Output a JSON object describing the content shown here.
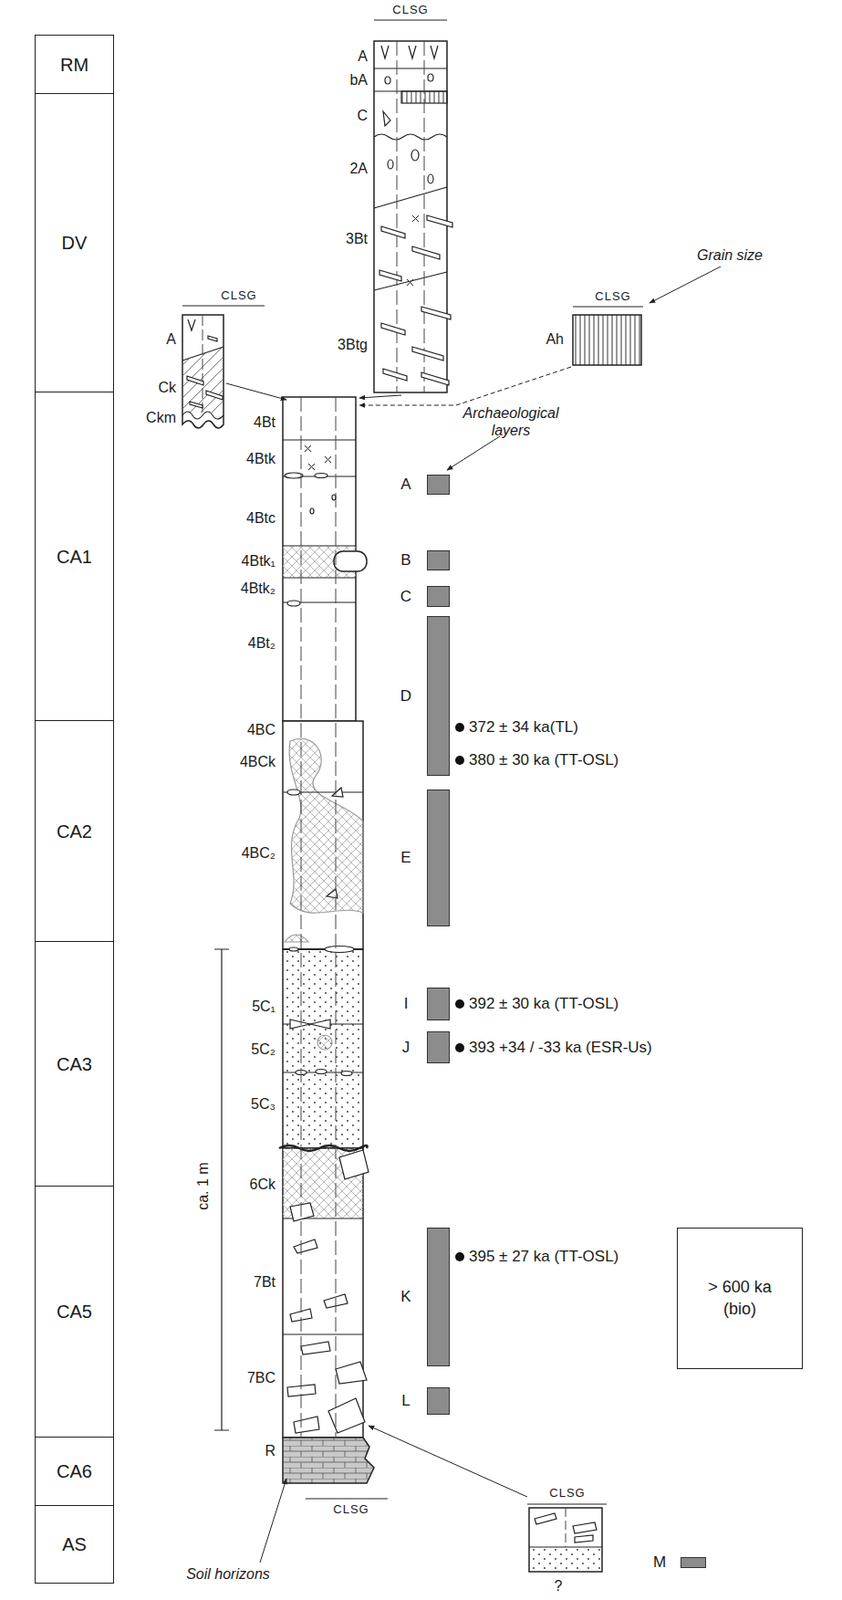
{
  "diagram": {
    "nodes": [
      {
        "text": [
          "RM"
        ]
      },
      {
        "text": [
          "DV"
        ]
      },
      {
        "text": [
          "CA1"
        ]
      },
      {
        "text": [
          "CA2"
        ]
      },
      {
        "text": [
          "CA3"
        ]
      },
      {
        "text": [
          "CA5"
        ]
      },
      {
        "text": [
          "CA6"
        ]
      },
      {
        "text": [
          "AS"
        ]
      },
      {
        "text": [
          "A"
        ]
      },
      {
        "text": [
          "B"
        ]
      },
      {
        "text": [
          "C"
        ]
      },
      {
        "text": [
          "D"
        ]
      },
      {
        "text": [
          "E"
        ]
      },
      {
        "text": [
          "I"
        ]
      },
      {
        "text": [
          "J"
        ]
      },
      {
        "text": [
          "K"
        ]
      },
      {
        "text": [
          "L"
        ]
      },
      {
        "text": [
          "M"
        ]
      },
      {
        "text": [
          "> 600 ka (bio)"
        ]
      }
    ],
    "labels": [
      "CLSG",
      "A",
      "bA",
      "C",
      "2A",
      "3Bt",
      "3Btg",
      "Grain size",
      "CLSG",
      "A",
      "Ck",
      "Ckm",
      "CLSG",
      "Ah",
      "4Bt",
      "4Btk",
      "4Btc",
      "4Btk₁",
      "4Btk₂",
      "4Bt₂",
      "4BC",
      "4BCk",
      "4BC₂",
      "5C₁",
      "5C₂",
      "5C₃",
      "6Ck",
      "7Bt",
      "7BC",
      "R",
      "Archaeological layers",
      "372 ± 34 ka(TL)",
      "380 ± 30 ka (TT-OSL)",
      "392 ± 30 ka (TT-OSL)",
      "393 +34 / -33 ka (ESR-Us)",
      "395 ± 27 ka (TT-OSL)",
      "ca. 1 m",
      "CLSG",
      "CLSG",
      "?",
      "Soil horizons"
    ]
  }
}
